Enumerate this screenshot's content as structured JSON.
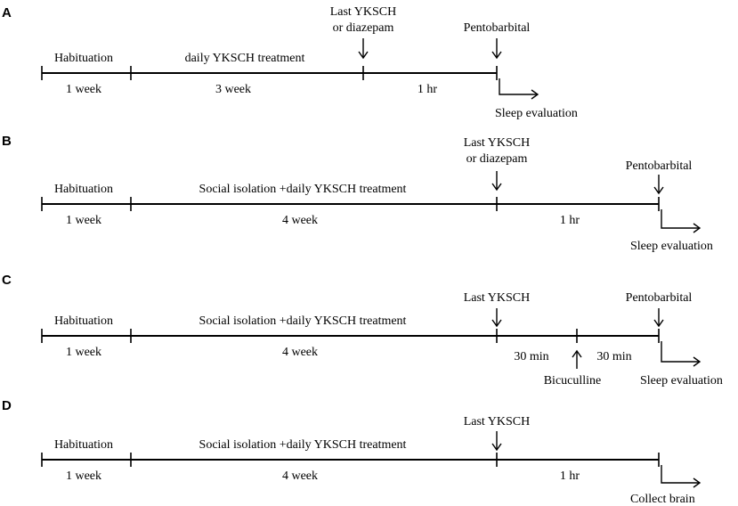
{
  "panels": [
    {
      "letter": "A",
      "phases": [
        {
          "above": "Habituation",
          "below": "1 week"
        },
        {
          "above": "daily  YKSCH treatment",
          "below": "3 week"
        },
        {
          "above": "",
          "below": "1 hr"
        }
      ],
      "markers": [
        {
          "label_line1": "Last YKSCH",
          "label_line2": "or diazepam"
        },
        {
          "label_line1": "Pentobarbital",
          "label_line2": ""
        }
      ],
      "end_label": "Sleep evaluation"
    },
    {
      "letter": "B",
      "phases": [
        {
          "above": "Habituation",
          "below": "1 week"
        },
        {
          "above": "Social isolation  +daily  YKSCH treatment",
          "below": "4 week"
        },
        {
          "above": "",
          "below": "1 hr"
        }
      ],
      "markers": [
        {
          "label_line1": "Last YKSCH",
          "label_line2": "or diazepam"
        },
        {
          "label_line1": "Pentobarbital",
          "label_line2": ""
        }
      ],
      "end_label": "Sleep evaluation"
    },
    {
      "letter": "C",
      "phases": [
        {
          "above": "Habituation",
          "below": "1 week"
        },
        {
          "above": "Social isolation  +daily  YKSCH treatment",
          "below": "4 week"
        },
        {
          "above": "",
          "below": "30 min"
        },
        {
          "above": "",
          "below": "30 min"
        }
      ],
      "markers": [
        {
          "label_line1": "Last YKSCH",
          "label_line2": ""
        },
        {
          "label_line1": "Pentobarbital",
          "label_line2": ""
        }
      ],
      "bicuculline_label": "Bicuculline",
      "end_label": "Sleep evaluation"
    },
    {
      "letter": "D",
      "phases": [
        {
          "above": "Habituation",
          "below": "1 week"
        },
        {
          "above": "Social isolation  +daily  YKSCH treatment",
          "below": "4 week"
        },
        {
          "above": "",
          "below": "1 hr"
        }
      ],
      "markers": [
        {
          "label_line1": "Last YKSCH",
          "label_line2": ""
        }
      ],
      "end_label": "Collect brain"
    }
  ]
}
